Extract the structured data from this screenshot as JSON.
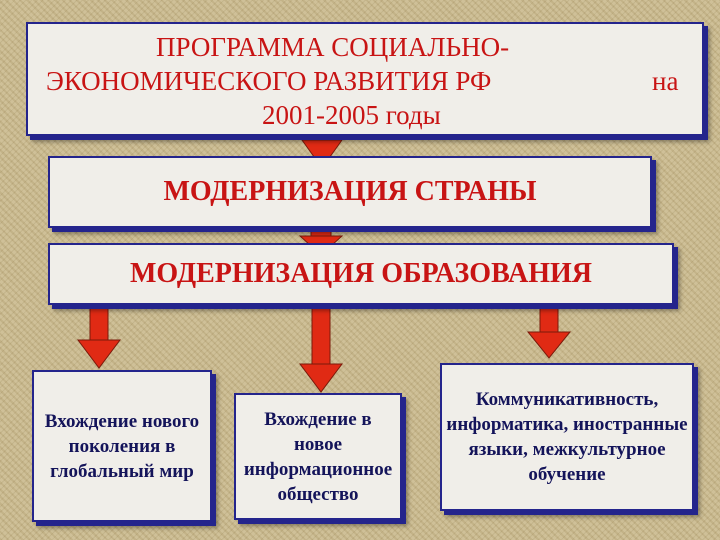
{
  "title": {
    "line1": "ПРОГРАММА СОЦИАЛЬНО-",
    "line2": "ЭКОНОМИЧЕСКОГО РАЗВИТИЯ РФ",
    "line2_suffix": "на",
    "line3": "2001-2005 годы"
  },
  "level1": "МОДЕРНИЗАЦИЯ СТРАНЫ",
  "level2": "МОДЕРНИЗАЦИЯ ОБРАЗОВАНИЯ",
  "items": [
    "Вхождение нового поколения в глобальный мир",
    "Вхождение в новое информационное общество",
    "Коммуникативность, информатика, иностранные языки, межкультурное обучение"
  ],
  "colors": {
    "accent_red": "#c81414",
    "arrow_red": "#e02a14",
    "border_blue": "#24248c",
    "text_navy": "#14145a",
    "box_fill": "#f0eee9"
  }
}
